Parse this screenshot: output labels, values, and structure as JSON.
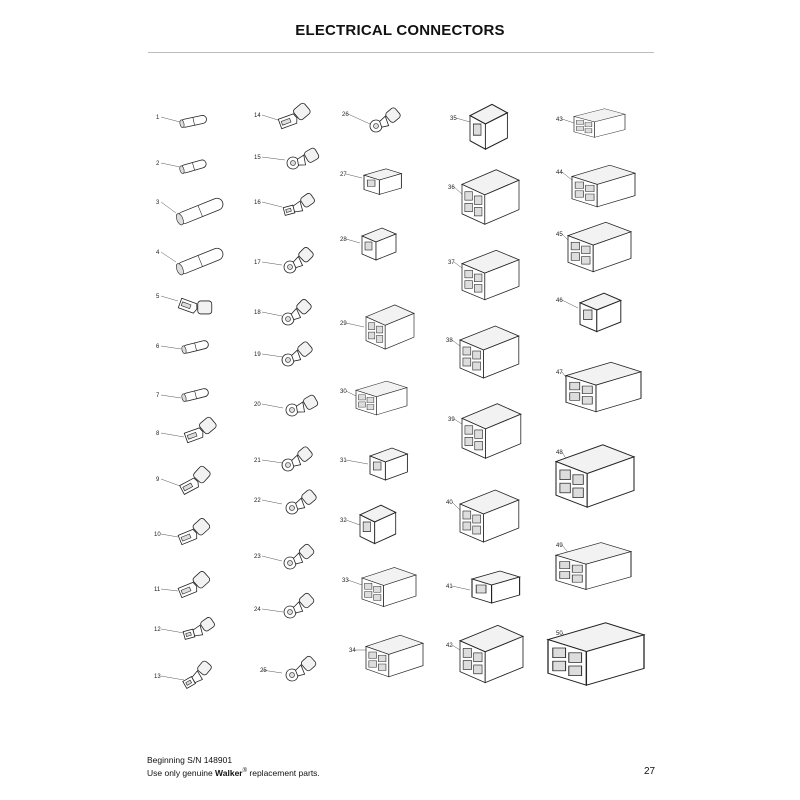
{
  "page": {
    "title": "ELECTRICAL CONNECTORS",
    "footer_line1": "Beginning S/N 148901",
    "footer_line2_pre": "Use only genuine ",
    "footer_brand": "Walker",
    "footer_reg": "®",
    "footer_line2_post": " replacement parts.",
    "page_number": "27"
  },
  "parts": [
    "1",
    "2",
    "3",
    "4",
    "5",
    "6",
    "7",
    "8",
    "9",
    "10",
    "11",
    "12",
    "13",
    "14",
    "15",
    "16",
    "17",
    "18",
    "19",
    "20",
    "21",
    "22",
    "23",
    "24",
    "25",
    "26",
    "27",
    "28",
    "29",
    "30",
    "31",
    "32",
    "33",
    "34",
    "35",
    "36",
    "37",
    "38",
    "39",
    "40",
    "41",
    "42",
    "43",
    "44",
    "45",
    "46",
    "47",
    "48",
    "49",
    "50"
  ]
}
